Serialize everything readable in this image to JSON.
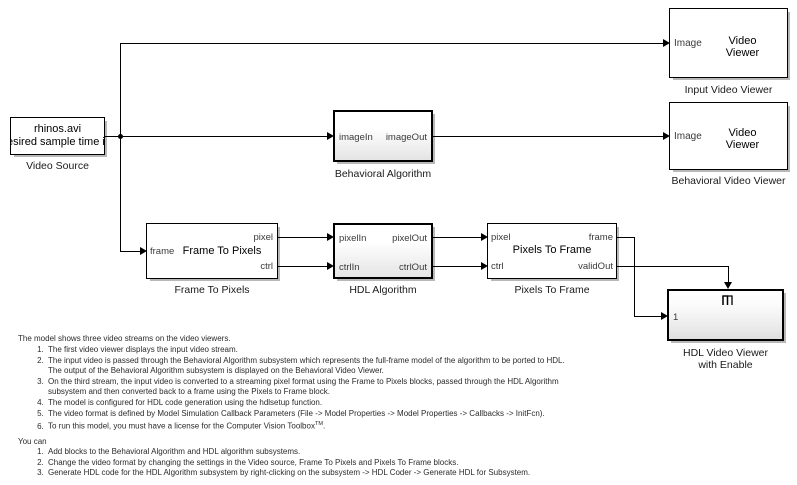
{
  "blocks": {
    "video_source": {
      "name": "Video Source",
      "line1": "rhinos.avi",
      "line2": "esired sample time is",
      "caption": "Video Source"
    },
    "input_video_viewer": {
      "port_in": "Image",
      "body_line1": "Video",
      "body_line2": "Viewer",
      "caption": "Input Video Viewer"
    },
    "behavioral_algorithm": {
      "port_in": "imageIn",
      "port_out": "imageOut",
      "caption": "Behavioral Algorithm"
    },
    "behavioral_video_viewer": {
      "port_in": "Image",
      "body_line1": "Video",
      "body_line2": "Viewer",
      "caption": "Behavioral Video Viewer"
    },
    "frame_to_pixels": {
      "port_in": "frame",
      "title": "Frame To Pixels",
      "port_out1": "pixel",
      "port_out2": "ctrl",
      "caption": "Frame To Pixels"
    },
    "hdl_algorithm": {
      "port_in1": "pixelIn",
      "port_in2": "ctrlIn",
      "port_out1": "pixelOut",
      "port_out2": "ctrlOut",
      "caption": "HDL Algorithm"
    },
    "pixels_to_frame": {
      "port_in1": "pixel",
      "port_in2": "ctrl",
      "title": "Pixels To Frame",
      "port_out1": "frame",
      "port_out2": "validOut",
      "caption": "Pixels To Frame"
    },
    "hdl_video_viewer": {
      "enable_icon": "enable-pulse-icon",
      "port_in": "1",
      "caption_line1": "HDL Video Viewer",
      "caption_line2": "with Enable"
    }
  },
  "annotation": {
    "intro": "The model shows three video streams on the video viewers.",
    "items": [
      "The first video viewer displays the input video stream.",
      "The input video is passed through the Behavioral Algorithm subsystem which represents the full-frame model of the algorithm to be ported to HDL.",
      "On the third stream, the input video is converted to a streaming pixel format using the Frame to Pixels blocks, passed through the HDL Algorithm",
      "The model is configured for HDL code generation using the hdlsetup function.",
      "The video format is defined by Model Simulation Callback Parameters (File -> Model Properties -> Model Properties -> Callbacks -> InitFcn).",
      "To run this model, you must have a license for the Computer Vision Toolbox"
    ],
    "item2_cont": "The output of the Behavioral Algorithm subsystem is displayed on the Behavioral Video Viewer.",
    "item3_cont": "subsystem and then converted back to a frame using the Pixels to Frame block.",
    "item6_tm": "TM",
    "item6_tail": ".",
    "youcan_head": "You can",
    "youcan_items": [
      "Add blocks to the Behavioral Algorithm and HDL algorithm subsystems.",
      "Change the video format by changing the settings in the Video source, Frame To Pixels and Pixels To Frame blocks.",
      "Generate HDL code for the HDL Algorithm subsystem by right-clicking on the subsystem -> HDL Coder -> Generate HDL for Subsystem."
    ]
  },
  "colors": {
    "line": "#000000",
    "block_border": "#000000",
    "canvas_bg": "#ffffff",
    "port_text": "#3a3a3a",
    "annotation_text": "#2b2b2b"
  }
}
